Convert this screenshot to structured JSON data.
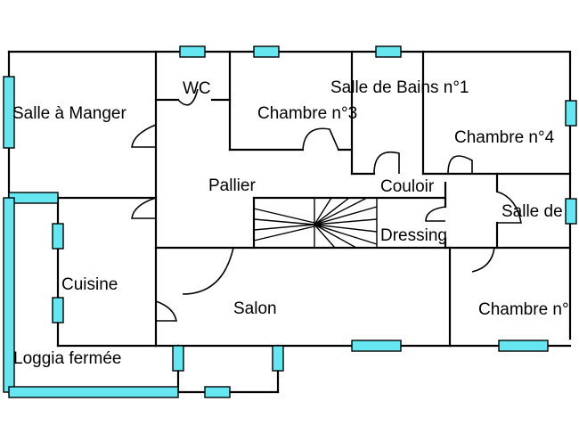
{
  "rooms": {
    "salle_a_manger": "Salle à Manger",
    "wc": "WC",
    "chambre_3": "Chambre n°3",
    "salle_de_bains_1": "Salle de Bains n°1",
    "chambre_4": "Chambre n°4",
    "pallier": "Pallier",
    "couloir": "Couloir",
    "salle_de": "Salle de",
    "dressing": "Dressing",
    "cuisine": "Cuisine",
    "salon": "Salon",
    "chambre_n": "Chambre n°",
    "loggia": "Loggia fermée"
  },
  "colors": {
    "window_fill": "#66e6f0",
    "wall": "#000000"
  },
  "icons": {
    "window": "window-marker",
    "door": "door-swing-arc",
    "stairs": "spiral-staircase"
  }
}
